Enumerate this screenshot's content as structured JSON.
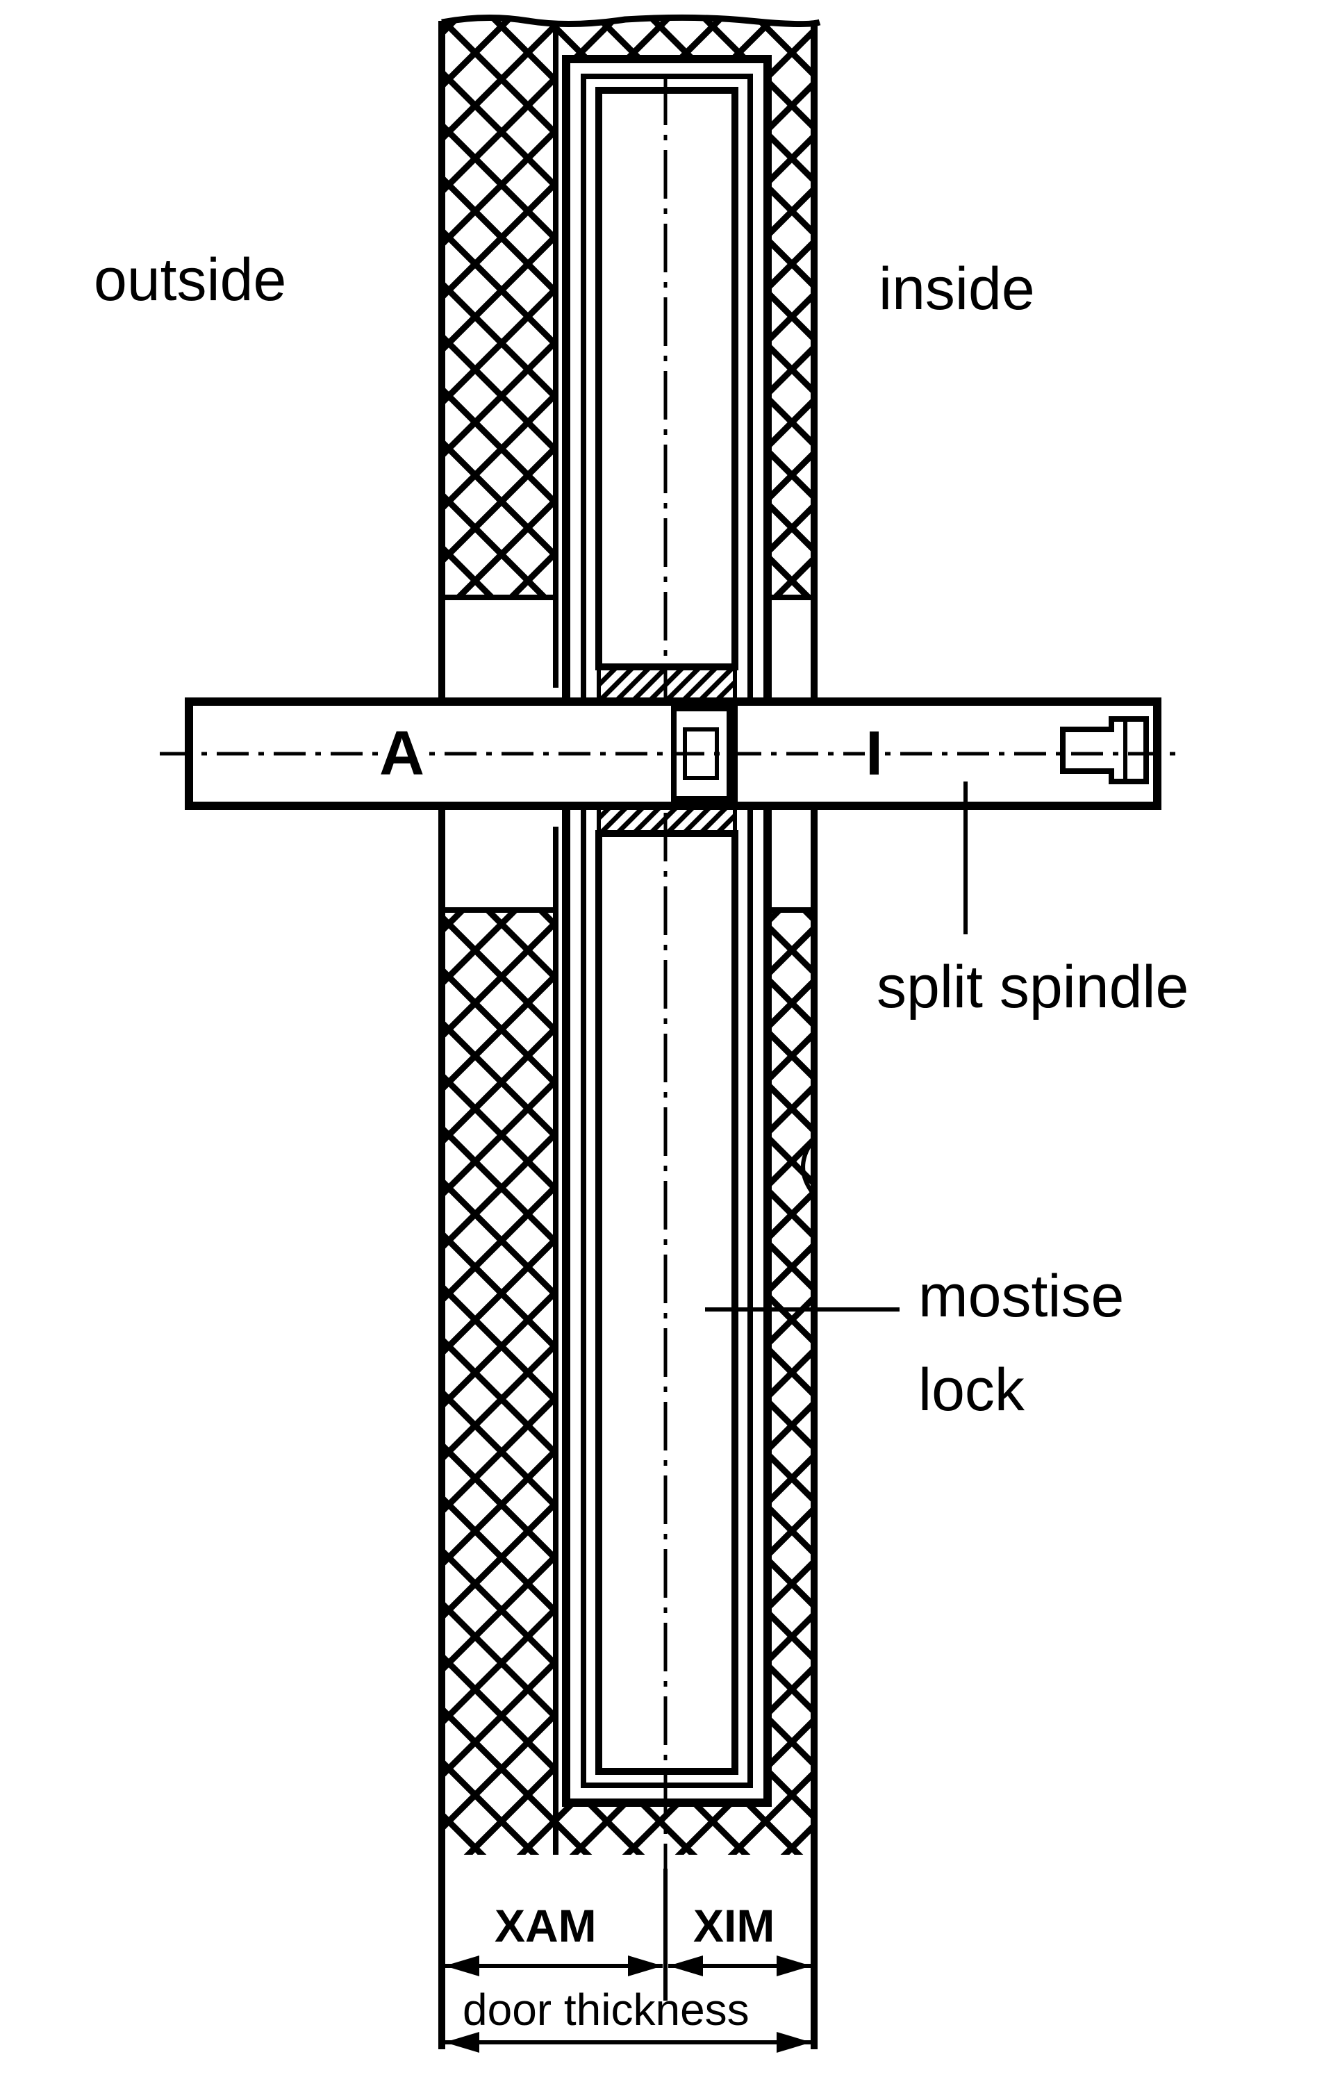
{
  "labels": {
    "outside": "outside",
    "inside": "inside",
    "outside_marker": "A",
    "inside_marker": "I",
    "split_spindle": "split spindle",
    "mortise_lock_line1": "mostise",
    "mortise_lock_line2": "lock",
    "xam": "XAM",
    "xim": "XIM",
    "door_thickness": "door thickness"
  },
  "colors": {
    "ink": "#000000",
    "paper": "#ffffff"
  }
}
